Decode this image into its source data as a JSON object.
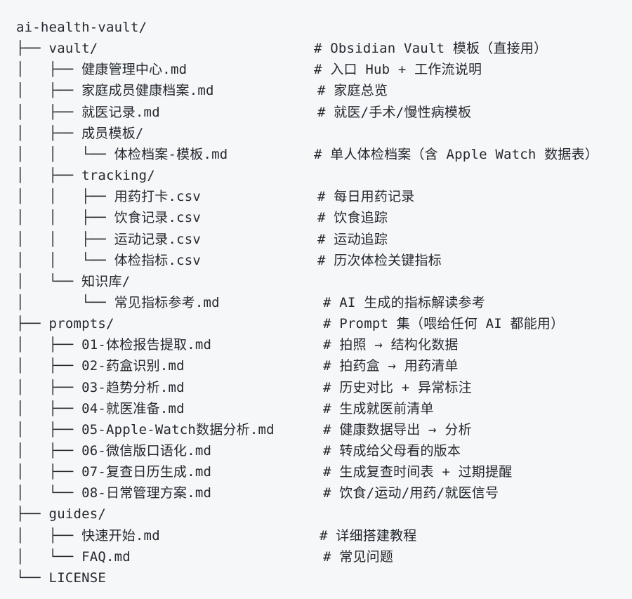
{
  "lines": [
    {
      "tree": "ai-health-vault/",
      "comment": ""
    },
    {
      "tree": "├── vault/",
      "comment": "# Obsidian Vault 模板（直接用）"
    },
    {
      "tree": "│   ├── 健康管理中心.md",
      "comment": "# 入口 Hub + 工作流说明"
    },
    {
      "tree": "│   ├── 家庭成员健康档案.md",
      "comment": "# 家庭总览"
    },
    {
      "tree": "│   ├── 就医记录.md",
      "comment": "# 就医/手术/慢性病模板"
    },
    {
      "tree": "│   ├── 成员模板/",
      "comment": ""
    },
    {
      "tree": "│   │   └── 体检档案-模板.md",
      "comment": "# 单人体检档案（含 Apple Watch 数据表）"
    },
    {
      "tree": "│   ├── tracking/",
      "comment": ""
    },
    {
      "tree": "│   │   ├── 用药打卡.csv",
      "comment": "# 每日用药记录"
    },
    {
      "tree": "│   │   ├── 饮食记录.csv",
      "comment": "# 饮食追踪"
    },
    {
      "tree": "│   │   ├── 运动记录.csv",
      "comment": "# 运动追踪"
    },
    {
      "tree": "│   │   └── 体检指标.csv",
      "comment": "# 历次体检关键指标"
    },
    {
      "tree": "│   └── 知识库/",
      "comment": ""
    },
    {
      "tree": "│       └── 常见指标参考.md",
      "comment": "# AI 生成的指标解读参考"
    },
    {
      "tree": "├── prompts/",
      "comment": "# Prompt 集（喂给任何 AI 都能用）"
    },
    {
      "tree": "│   ├── 01-体检报告提取.md",
      "comment": "# 拍照 → 结构化数据"
    },
    {
      "tree": "│   ├── 02-药盒识别.md",
      "comment": "# 拍药盒 → 用药清单"
    },
    {
      "tree": "│   ├── 03-趋势分析.md",
      "comment": "# 历史对比 + 异常标注"
    },
    {
      "tree": "│   ├── 04-就医准备.md",
      "comment": "# 生成就医前清单"
    },
    {
      "tree": "│   ├── 05-Apple-Watch数据分析.md",
      "comment": "# 健康数据导出 → 分析"
    },
    {
      "tree": "│   ├── 06-微信版口语化.md",
      "comment": "# 转成给父母看的版本"
    },
    {
      "tree": "│   ├── 07-复查日历生成.md",
      "comment": "# 生成复查时间表 + 过期提醒"
    },
    {
      "tree": "│   └── 08-日常管理方案.md",
      "comment": "# 饮食/运动/用药/就医信号"
    },
    {
      "tree": "├── guides/",
      "comment": ""
    },
    {
      "tree": "│   ├── 快速开始.md",
      "comment": "# 详细搭建教程"
    },
    {
      "tree": "│   └── FAQ.md",
      "comment": "# 常见问题"
    },
    {
      "tree": "└── LICENSE",
      "comment": ""
    }
  ]
}
